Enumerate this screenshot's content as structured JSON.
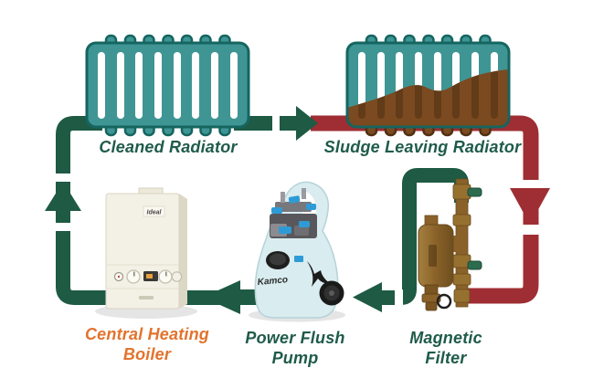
{
  "diagram": {
    "description": "Power flushing central heating system loop diagram",
    "labels": {
      "cleaned_radiator": "Cleaned Radiator",
      "sludge_leaving_radiator": "Sludge Leaving Radiator",
      "central_heating_boiler_line1": "Central Heating",
      "central_heating_boiler_line2": "Boiler",
      "power_flush_pump_line1": "Power Flush",
      "power_flush_pump_line2": "Pump",
      "magnetic_filter_line1": "Magnetic",
      "magnetic_filter_line2": "Filter"
    },
    "equipment": {
      "boiler_brand": "Ideal",
      "pump_brand": "Kamco"
    },
    "flows": {
      "clean_water": "dark green pipes with arrows (boiler to cleaned radiator, filter to pump to boiler)",
      "sludge_water": "dark red pipes with down arrow (sludge leaving radiator to magnetic filter)"
    },
    "colors": {
      "clean_flow_green": "#1e5a44",
      "sludge_flow_red": "#9e2e33",
      "radiator_teal": "#3f9594",
      "radiator_outline": "#156560",
      "sludge_brown": "#7b4a20",
      "label_green": "#1f5b4a",
      "boiler_label_orange": "#e2732d",
      "pump_body_blue": "#d9ecef",
      "brass": "#8a6229"
    }
  }
}
